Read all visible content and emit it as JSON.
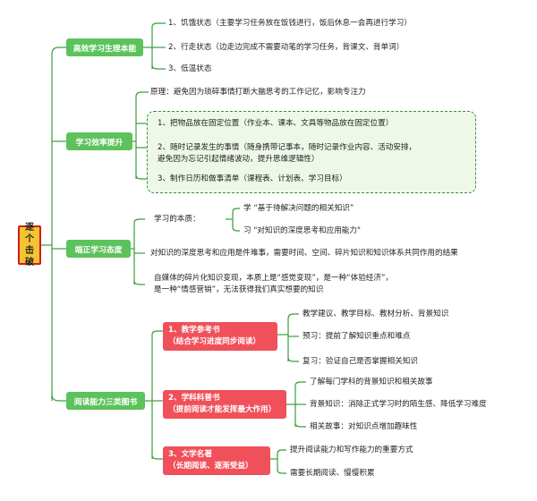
{
  "root": {
    "label": "逐个击破"
  },
  "branches": {
    "b1": {
      "label": "高效学习生理本能",
      "items": [
        "1、饥饿状态（主要学习任务放在饭钱进行，饭后休息一会再进行学习）",
        "2、行走状态（边走边完成不需要动笔的学习任务，背课文、背单词）",
        "3、低温状态"
      ]
    },
    "b2": {
      "label": "学习效率提升",
      "principle": "原理：避免因为琐碎事情打断大脑思考的工作记忆，影响专注力",
      "items": [
        "1、把物品放在固定位置（作业本、课本、文具等物品放在固定位置）",
        "2、随时记录发生的事情（随身携带记事本，随时记录作业内容、活动安排，",
        "避免因为忘记引起情绪波动，提升思维逻辑性）",
        "3、制作日历和做事清单（课程表、计划表、学习目标）"
      ]
    },
    "b3": {
      "label": "端正学习态度",
      "essence_label": "学习的本质：",
      "essence_items": [
        "学 “基于待解决问题的相关知识”",
        "习 \"对知识的深度思考和应用能力\""
      ],
      "para1": "对知识的深度思考和应用是件难事，需要时间、空间、碎片知识和知识体系共同作用的结果",
      "para2_line1": "自媒体的碎片化知识变现，本质上是“感觉变现”，是一种“体验经济”，",
      "para2_line2": "是一种“情感营销”，无法获得我们真实想要的知识"
    },
    "b4": {
      "label": "阅读能力三类图书",
      "groups": [
        {
          "title": "1、教学参考书",
          "subtitle": "（结合学习进度同步阅读）",
          "items": [
            "教学建议、教学目标、教材分析、背景知识",
            "预习：提前了解知识重点和难点",
            "复习：验证自己是否掌握相关知识"
          ]
        },
        {
          "title": "2、学科科普书",
          "subtitle": "（提前阅读才能发挥最大作用）",
          "items": [
            "了解每门学科的背景知识和相关故事",
            "背景知识：消除正式学习时的陌生感、降低学习难度",
            "相关故事：对知识点增加趣味性"
          ]
        },
        {
          "title": "3、文学名著",
          "subtitle": "（长期阅读、逐渐受益）",
          "items": [
            "提升阅读能力和写作能力的重要方式",
            "需要长期阅读、慢慢积累"
          ]
        }
      ]
    }
  },
  "colors": {
    "root_fill": "#f4c430",
    "root_border": "#d11c1c",
    "branch": "#5cc25c",
    "sub": "#f0505a",
    "connector": "#3a9e3a"
  }
}
